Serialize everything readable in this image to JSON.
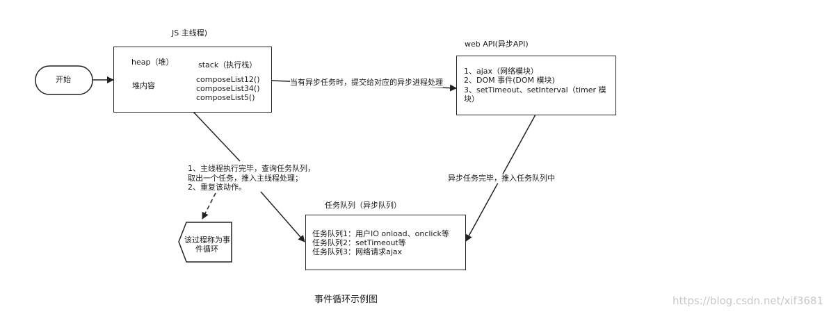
{
  "diagram": {
    "caption": "事件循环示例图",
    "watermark": "https://blog.csdn.net/xif3681",
    "nodes": {
      "start": {
        "label": "开始"
      },
      "js_main": {
        "title": "JS 主线程)",
        "heap_label": "heap（堆）",
        "heap_circle": "堆内容",
        "stack_label": "stack（执行栈）",
        "stack_items": [
          "composeList12()",
          "composeList34()",
          "composeList5()"
        ]
      },
      "web_api": {
        "title": "web API(异步API)",
        "lines": [
          "1、ajax（网络模块）",
          "2、DOM 事件(DOM 模块)",
          "3、setTimeout、setInterval（timer 模",
          "块）"
        ]
      },
      "task_queue": {
        "title": "任务队列（异步队列）",
        "lines": [
          "任务队列1：用户IO onload、onclick等",
          "任务队列2：setTimeout等",
          "任务队列3：网络请求ajax"
        ]
      },
      "event_loop": {
        "lines": [
          "该过程称为事",
          "件循环"
        ]
      }
    },
    "edges": {
      "stack_to_webapi": "当有异步任务时，提交给对应的异步进程处理",
      "webapi_to_queue": "异步任务完毕，推入任务队列中",
      "main_note": [
        "1、主线程执行完毕，查询任务队列，",
        "取出一个任务，推入主线程处理；",
        "2、重复该动作。"
      ]
    }
  }
}
